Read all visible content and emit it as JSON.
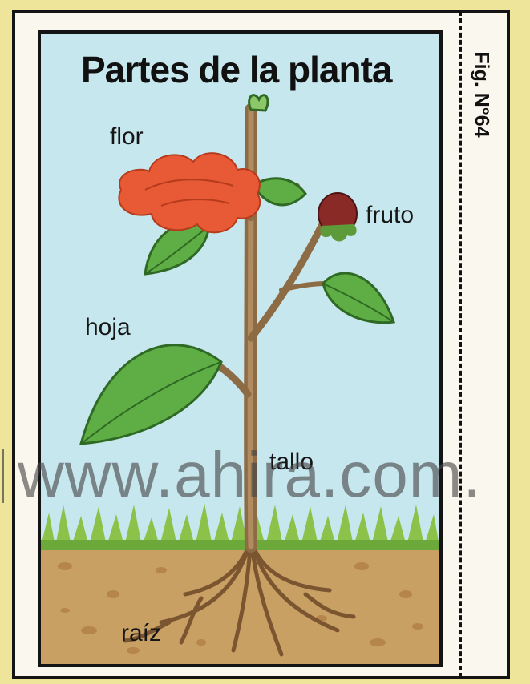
{
  "figure": {
    "title": "Partes de la planta",
    "fig_label": "Fig. N°64",
    "labels": {
      "flor": "flor",
      "fruto": "fruto",
      "hoja": "hoja",
      "tallo": "tallo",
      "raiz": "raíz"
    },
    "watermark": "www.ahira.com."
  },
  "colors": {
    "sky": "#c7e7ee",
    "soil": "#c9a064",
    "grass": "#8bc24a",
    "leaf": "#4f9b3a",
    "flower": "#e75a35",
    "stem": "#9b7a52"
  }
}
